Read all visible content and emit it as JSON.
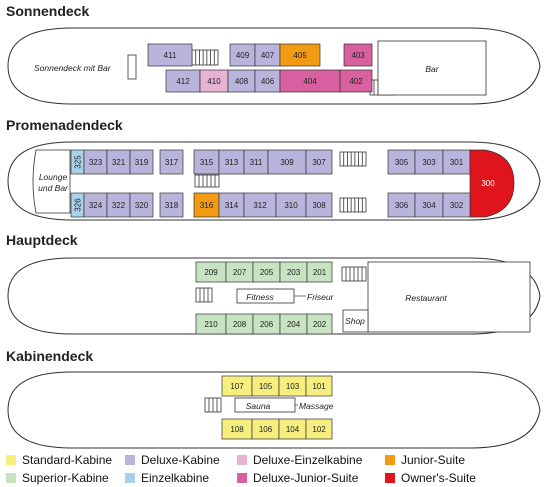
{
  "decks": [
    {
      "key": "sonnendeck",
      "title": "Sonnendeck",
      "labels": {
        "sonnendeck_bar": "Sonnendeck mit Bar",
        "bar": "Bar"
      }
    },
    {
      "key": "promenadendeck",
      "title": "Promenadendeck",
      "labels": {
        "lounge": "Lounge",
        "lounge2": "und Bar"
      }
    },
    {
      "key": "hauptdeck",
      "title": "Hauptdeck",
      "labels": {
        "fitness": "Fitness",
        "friseur": "Friseur",
        "restaurant": "Restaurant",
        "shop": "Shop"
      }
    },
    {
      "key": "kabinendeck",
      "title": "Kabinendeck",
      "labels": {
        "sauna": "Sauna",
        "massage": "Massage"
      }
    }
  ],
  "cabins": [
    {
      "num": "411",
      "cat": "deluxe"
    },
    {
      "num": "409",
      "cat": "deluxe"
    },
    {
      "num": "407",
      "cat": "deluxe"
    },
    {
      "num": "405",
      "cat": "junior"
    },
    {
      "num": "403",
      "cat": "deluxe_junior"
    },
    {
      "num": "412",
      "cat": "deluxe"
    },
    {
      "num": "410",
      "cat": "deluxe_single"
    },
    {
      "num": "408",
      "cat": "deluxe"
    },
    {
      "num": "406",
      "cat": "deluxe"
    },
    {
      "num": "404",
      "cat": "deluxe_junior"
    },
    {
      "num": "402",
      "cat": "deluxe_junior"
    },
    {
      "num": "325",
      "cat": "single"
    },
    {
      "num": "323",
      "cat": "deluxe"
    },
    {
      "num": "321",
      "cat": "deluxe"
    },
    {
      "num": "319",
      "cat": "deluxe"
    },
    {
      "num": "317",
      "cat": "deluxe"
    },
    {
      "num": "315",
      "cat": "deluxe"
    },
    {
      "num": "313",
      "cat": "deluxe"
    },
    {
      "num": "311",
      "cat": "deluxe"
    },
    {
      "num": "309",
      "cat": "deluxe"
    },
    {
      "num": "307",
      "cat": "deluxe"
    },
    {
      "num": "305",
      "cat": "deluxe"
    },
    {
      "num": "303",
      "cat": "deluxe"
    },
    {
      "num": "301",
      "cat": "deluxe"
    },
    {
      "num": "300",
      "cat": "owner"
    },
    {
      "num": "326",
      "cat": "single"
    },
    {
      "num": "324",
      "cat": "deluxe"
    },
    {
      "num": "322",
      "cat": "deluxe"
    },
    {
      "num": "320",
      "cat": "deluxe"
    },
    {
      "num": "318",
      "cat": "deluxe"
    },
    {
      "num": "316",
      "cat": "junior"
    },
    {
      "num": "314",
      "cat": "deluxe"
    },
    {
      "num": "312",
      "cat": "deluxe"
    },
    {
      "num": "310",
      "cat": "deluxe"
    },
    {
      "num": "308",
      "cat": "deluxe"
    },
    {
      "num": "306",
      "cat": "deluxe"
    },
    {
      "num": "304",
      "cat": "deluxe"
    },
    {
      "num": "302",
      "cat": "deluxe"
    },
    {
      "num": "209",
      "cat": "superior"
    },
    {
      "num": "207",
      "cat": "superior"
    },
    {
      "num": "205",
      "cat": "superior"
    },
    {
      "num": "203",
      "cat": "superior"
    },
    {
      "num": "201",
      "cat": "superior"
    },
    {
      "num": "210",
      "cat": "superior"
    },
    {
      "num": "208",
      "cat": "superior"
    },
    {
      "num": "206",
      "cat": "superior"
    },
    {
      "num": "204",
      "cat": "superior"
    },
    {
      "num": "202",
      "cat": "superior"
    },
    {
      "num": "107",
      "cat": "standard"
    },
    {
      "num": "105",
      "cat": "standard"
    },
    {
      "num": "103",
      "cat": "standard"
    },
    {
      "num": "101",
      "cat": "standard"
    },
    {
      "num": "108",
      "cat": "standard"
    },
    {
      "num": "106",
      "cat": "standard"
    },
    {
      "num": "104",
      "cat": "standard"
    },
    {
      "num": "102",
      "cat": "standard"
    }
  ],
  "categories": {
    "standard": {
      "label": "Standard-Kabine",
      "color": "#f6ef7f"
    },
    "superior": {
      "label": "Superior-Kabine",
      "color": "#c7e3c2"
    },
    "deluxe": {
      "label": "Deluxe-Kabine",
      "color": "#b9b4dc"
    },
    "single": {
      "label": "Einzelkabine",
      "color": "#a8d2ea"
    },
    "deluxe_single": {
      "label": "Deluxe-Einzelkabine",
      "color": "#e8b2d3"
    },
    "deluxe_junior": {
      "label": "Deluxe-Junior-Suite",
      "color": "#d8609e"
    },
    "junior": {
      "label": "Junior-Suite",
      "color": "#f29a11"
    },
    "owner": {
      "label": "Owner's-Suite",
      "color": "#e0141c"
    }
  },
  "legend_order": [
    "standard",
    "superior",
    "deluxe",
    "single",
    "deluxe_single",
    "deluxe_junior",
    "junior",
    "owner"
  ]
}
